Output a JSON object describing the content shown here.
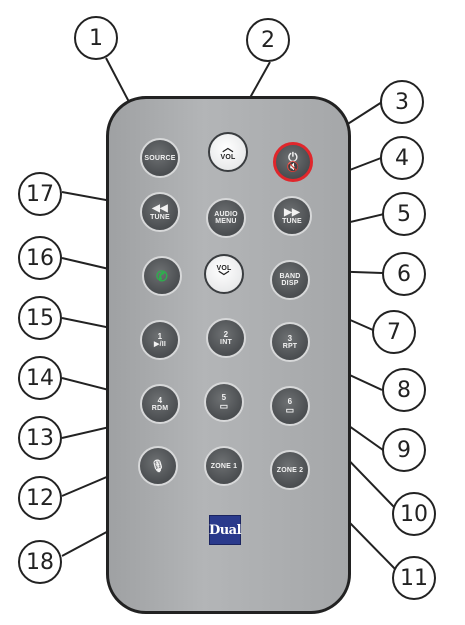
{
  "remote": {
    "brand_logo": "Dual",
    "buttons": {
      "source": "SOURCE",
      "vol_up": "VOL",
      "power_mute": "power-mute",
      "prev": "TUNE",
      "audio_menu_1": "AUDIO",
      "audio_menu_2": "MENU",
      "next": "TUNE",
      "call": "call",
      "vol_down": "VOL",
      "band_disp_1": "BAND",
      "band_disp_2": "DISP",
      "b1_num": "1",
      "b1_label": "▶/II",
      "b2_num": "2",
      "b2_label": "INT",
      "b3_num": "3",
      "b3_label": "RPT",
      "b4_num": "4",
      "b4_label": "RDM",
      "b5_num": "5",
      "b6_num": "6",
      "mic": "mic",
      "zone1": "ZONE 1",
      "zone2": "ZONE 2"
    }
  },
  "callouts": [
    "1",
    "2",
    "3",
    "4",
    "5",
    "6",
    "7",
    "8",
    "9",
    "10",
    "11",
    "12",
    "13",
    "14",
    "15",
    "16",
    "17",
    "18"
  ],
  "colors": {
    "power_ring": "#e0262b",
    "logo_bg": "#2a3a8c",
    "body": "#aaacae"
  }
}
